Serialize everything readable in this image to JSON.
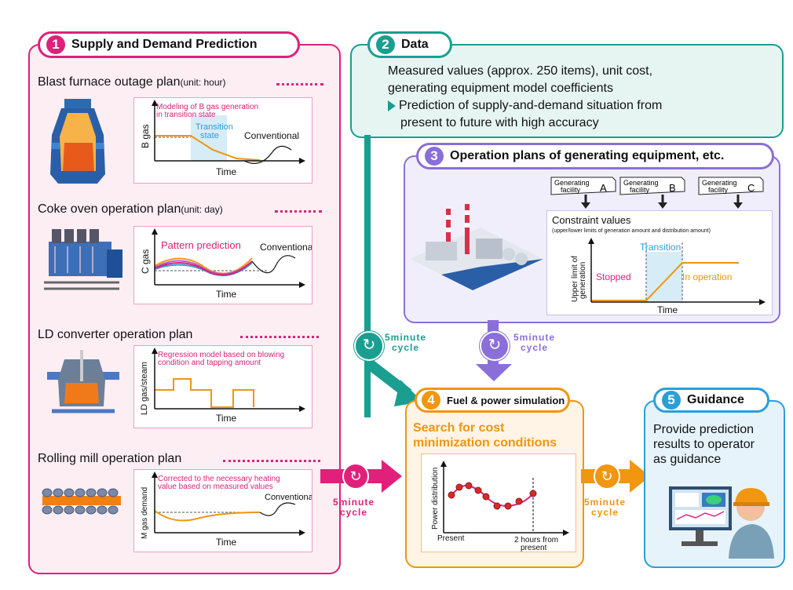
{
  "section1": {
    "number": "1",
    "title": "Supply and Demand Prediction",
    "blast": {
      "title": "Blast furnace outage plan",
      "unit": "(unit: hour)",
      "note1": "Modeling of B gas generation",
      "note2": "in transition state",
      "ylabel": "B gas",
      "xlabel": "Time",
      "transition1": "Transition",
      "transition2": "state",
      "conventional": "Conventional"
    },
    "coke": {
      "title": "Coke oven operation plan",
      "unit": "(unit: day)",
      "pattern": "Pattern prediction",
      "ylabel": "C gas",
      "xlabel": "Time",
      "conventional": "Conventional"
    },
    "ld": {
      "title": "LD converter operation plan",
      "note1": "Regression model based on blowing",
      "note2": "condition and tapping amount",
      "ylabel": "LD gas/steam",
      "xlabel": "Time"
    },
    "rolling": {
      "title": "Rolling mill operation plan",
      "note1": "Corrected to the necessary heating",
      "note2": "value based on measured values",
      "ylabel": "M gas demand",
      "xlabel": "Time",
      "conventional": "Conventional"
    }
  },
  "section2": {
    "number": "2",
    "title": "Data",
    "line1": "Measured values (approx. 250 items), unit cost,",
    "line2": "generating equipment model coefficients",
    "line3": "Prediction of supply-and-demand situation from",
    "line4": "present to future with high accuracy"
  },
  "section3": {
    "number": "3",
    "title": "Operation plans of generating equipment, etc.",
    "fac_a": "A",
    "fac_b": "B",
    "fac_c": "C",
    "fac_word1": "Generating",
    "fac_word2": "facility",
    "constraint_title": "Constraint values",
    "constraint_sub": "(upper/lower limits of generation amount and distribution amount)",
    "transition": "Transition",
    "stopped": "Stopped",
    "in_operation": "In operation",
    "ylabel1": "Upper limit of",
    "ylabel2": "generation",
    "xlabel": "Time"
  },
  "section4": {
    "number": "4",
    "title": "Fuel & power simulation",
    "subtitle1": "Search for cost",
    "subtitle2": "minimization conditions",
    "ylabel": "Power distribution",
    "present": "Present",
    "future1": "2 hours from",
    "future2": "present"
  },
  "section5": {
    "number": "5",
    "title": "Guidance",
    "line1": "Provide prediction",
    "line2": "results to operator",
    "line3": "as guidance"
  },
  "cycles": {
    "word1": "5minute",
    "word2": "cycle"
  },
  "colors": {
    "pink": "#e0207a",
    "teal": "#1a9e8f",
    "purple": "#8a6fd8",
    "orange": "#f0960f",
    "blue": "#2b9ed8"
  }
}
